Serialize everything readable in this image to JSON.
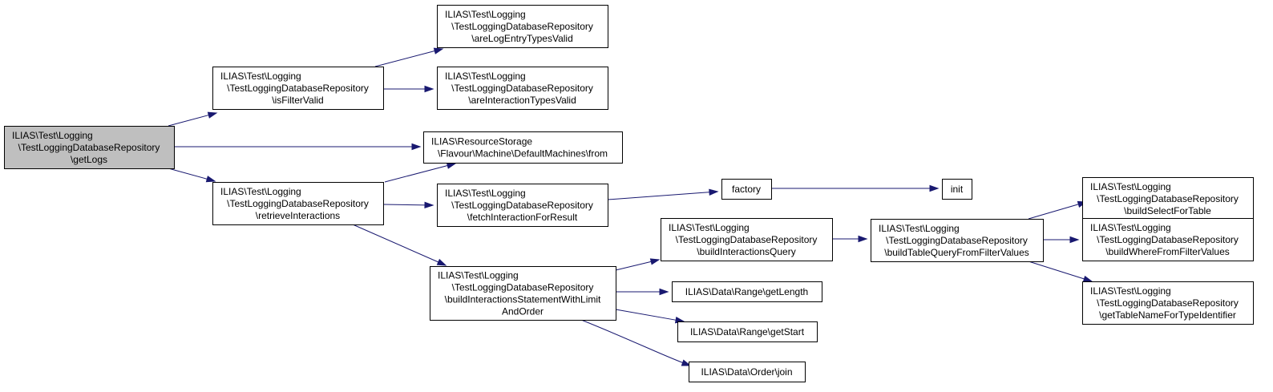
{
  "colors": {
    "node_fill": "#ffffff",
    "root_fill": "#bfbfbf",
    "node_border": "#000000",
    "edge": "#191970",
    "text": "#000000"
  },
  "nodes": [
    {
      "id": "getLogs",
      "lines": [
        "ILIAS\\Test\\Logging",
        "\\TestLoggingDatabaseRepository",
        "\\getLogs"
      ],
      "root": true
    },
    {
      "id": "isFilterValid",
      "lines": [
        "ILIAS\\Test\\Logging",
        "\\TestLoggingDatabaseRepository",
        "\\isFilterValid"
      ]
    },
    {
      "id": "retrieveInteractions",
      "lines": [
        "ILIAS\\Test\\Logging",
        "\\TestLoggingDatabaseRepository",
        "\\retrieveInteractions"
      ]
    },
    {
      "id": "areLogEntryTypesValid",
      "lines": [
        "ILIAS\\Test\\Logging",
        "\\TestLoggingDatabaseRepository",
        "\\areLogEntryTypesValid"
      ]
    },
    {
      "id": "areInteractionTypesValid",
      "lines": [
        "ILIAS\\Test\\Logging",
        "\\TestLoggingDatabaseRepository",
        "\\areInteractionTypesValid"
      ]
    },
    {
      "id": "from",
      "lines": [
        "ILIAS\\ResourceStorage",
        "\\Flavour\\Machine\\DefaultMachines\\from"
      ]
    },
    {
      "id": "fetchInteractionForResult",
      "lines": [
        "ILIAS\\Test\\Logging",
        "\\TestLoggingDatabaseRepository",
        "\\fetchInteractionForResult"
      ]
    },
    {
      "id": "buildInteractionsStatement",
      "lines": [
        "ILIAS\\Test\\Logging",
        "\\TestLoggingDatabaseRepository",
        "\\buildInteractionsStatementWithLimit",
        "AndOrder"
      ]
    },
    {
      "id": "factory",
      "lines": [
        "factory"
      ]
    },
    {
      "id": "init",
      "lines": [
        "init"
      ]
    },
    {
      "id": "buildInteractionsQuery",
      "lines": [
        "ILIAS\\Test\\Logging",
        "\\TestLoggingDatabaseRepository",
        "\\buildInteractionsQuery"
      ]
    },
    {
      "id": "getLength",
      "lines": [
        "ILIAS\\Data\\Range\\getLength"
      ]
    },
    {
      "id": "getStart",
      "lines": [
        "ILIAS\\Data\\Range\\getStart"
      ]
    },
    {
      "id": "join",
      "lines": [
        "ILIAS\\Data\\Order\\join"
      ]
    },
    {
      "id": "buildTableQuery",
      "lines": [
        "ILIAS\\Test\\Logging",
        "\\TestLoggingDatabaseRepository",
        "\\buildTableQueryFromFilterValues"
      ]
    },
    {
      "id": "buildSelectForTable",
      "lines": [
        "ILIAS\\Test\\Logging",
        "\\TestLoggingDatabaseRepository",
        "\\buildSelectForTable"
      ]
    },
    {
      "id": "buildWhereFromFilterValues",
      "lines": [
        "ILIAS\\Test\\Logging",
        "\\TestLoggingDatabaseRepository",
        "\\buildWhereFromFilterValues"
      ]
    },
    {
      "id": "getTableNameForTypeIdentifier",
      "lines": [
        "ILIAS\\Test\\Logging",
        "\\TestLoggingDatabaseRepository",
        "\\getTableNameForTypeIdentifier"
      ]
    }
  ],
  "edges": [
    {
      "from": "getLogs",
      "to": "isFilterValid"
    },
    {
      "from": "getLogs",
      "to": "from"
    },
    {
      "from": "getLogs",
      "to": "retrieveInteractions"
    },
    {
      "from": "isFilterValid",
      "to": "areLogEntryTypesValid"
    },
    {
      "from": "isFilterValid",
      "to": "areInteractionTypesValid"
    },
    {
      "from": "retrieveInteractions",
      "to": "from"
    },
    {
      "from": "retrieveInteractions",
      "to": "fetchInteractionForResult"
    },
    {
      "from": "retrieveInteractions",
      "to": "buildInteractionsStatement"
    },
    {
      "from": "fetchInteractionForResult",
      "to": "factory"
    },
    {
      "from": "factory",
      "to": "init"
    },
    {
      "from": "buildInteractionsStatement",
      "to": "buildInteractionsQuery"
    },
    {
      "from": "buildInteractionsStatement",
      "to": "getLength"
    },
    {
      "from": "buildInteractionsStatement",
      "to": "getStart"
    },
    {
      "from": "buildInteractionsStatement",
      "to": "join"
    },
    {
      "from": "buildInteractionsQuery",
      "to": "buildTableQuery"
    },
    {
      "from": "buildTableQuery",
      "to": "buildSelectForTable"
    },
    {
      "from": "buildTableQuery",
      "to": "buildWhereFromFilterValues"
    },
    {
      "from": "buildTableQuery",
      "to": "getTableNameForTypeIdentifier"
    }
  ]
}
